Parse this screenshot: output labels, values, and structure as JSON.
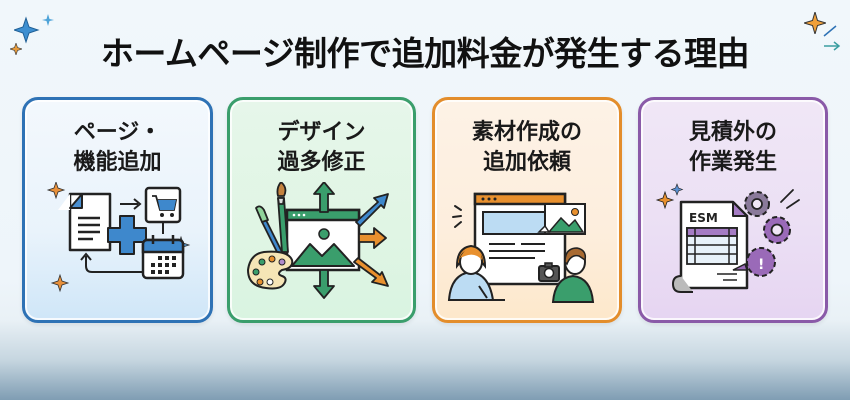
{
  "header": {
    "title": "ホームページ制作で追加料金が発生する理由"
  },
  "colors": {
    "blue": "#2e72b5",
    "green": "#3a9e6c",
    "orange": "#e38d2b",
    "purple": "#8a5aa8"
  },
  "cards": [
    {
      "line1": "ページ・",
      "line2": "機能追加",
      "icons": [
        "document-icon",
        "plus-icon",
        "shopping-cart-icon",
        "calendar-icon",
        "arrow-icon",
        "sparkle-icon"
      ]
    },
    {
      "line1": "デザイン",
      "line2": "過多修正",
      "icons": [
        "paintbrush-icon",
        "palette-icon",
        "image-window-icon",
        "multi-direction-arrows-icon"
      ]
    },
    {
      "line1": "素材作成の",
      "line2": "追加依頼",
      "icons": [
        "browser-window-icon",
        "image-icon",
        "writer-person-icon",
        "photographer-person-icon",
        "camera-icon"
      ]
    },
    {
      "line1": "見積外の",
      "line2": "作業発生",
      "doc_label": "ESM",
      "icons": [
        "spreadsheet-document-icon",
        "gear-icon",
        "warning-gear-icon",
        "sparkle-icon"
      ]
    }
  ]
}
